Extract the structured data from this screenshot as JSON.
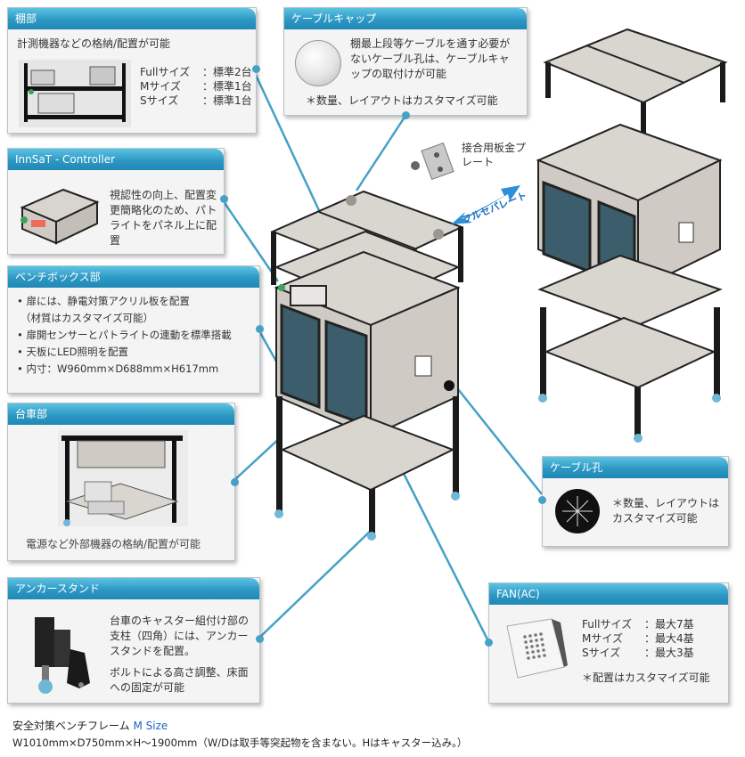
{
  "panels": {
    "shelf": {
      "title": "棚部",
      "desc": "計測機器などの格納/配置が可能",
      "specs": [
        {
          "label": "Fullサイズ",
          "value": "：標準2台"
        },
        {
          "label": "Mサイズ",
          "value": "：標準1台"
        },
        {
          "label": "Sサイズ",
          "value": "：標準1台"
        }
      ]
    },
    "cable_cap": {
      "title": "ケーブルキャップ",
      "desc": "棚最上段等ケーブルを通す必要がないケーブル孔は、ケーブルキャップの取付けが可能",
      "note": "＊数量、レイアウトはカスタマイズ可能"
    },
    "controller": {
      "title": "InnSaT - Controller",
      "desc": "視認性の向上、配置変更簡略化のため、パトライトをパネル上に配置"
    },
    "bench_box": {
      "title": "ベンチボックス部",
      "items": [
        "扉には、静電対策アクリル板を配置",
        "（材質はカスタマイズ可能）",
        "扉開センサーとパトライトの連動を標準搭載",
        "天板にLED照明を配置",
        "内寸：W960mm×D688mm×H617mm"
      ]
    },
    "cart": {
      "title": "台車部",
      "desc": "電源など外部機器の格納/配置が可能"
    },
    "anchor": {
      "title": "アンカースタンド",
      "desc1": "台車のキャスター組付け部の支柱（四角）には、アンカースタンドを配置。",
      "desc2": "ボルトによる高さ調整、床面への固定が可能"
    },
    "cable_hole": {
      "title": "ケーブル孔",
      "note": "＊数量、レイアウトはカスタマイズ可能"
    },
    "fan": {
      "title": "FAN(AC)",
      "specs": [
        {
          "label": "Fullサイズ",
          "value": "：最大7基"
        },
        {
          "label": "Mサイズ",
          "value": "：最大4基"
        },
        {
          "label": "Sサイズ",
          "value": "：最大3基"
        }
      ],
      "note": "＊配置はカスタマイズ可能"
    }
  },
  "joint_plate_label": "接合用板金プレート",
  "full_separate_label": "フルセパレート",
  "footer": {
    "title": "安全対策ベンチフレーム",
    "size": "M Size",
    "dims": "W1010mm×D750mm×H～1900mm（W/Dは取手等突起物を含まない。Hはキャスター込み。）"
  },
  "colors": {
    "header_accent": "#2e98c4",
    "callout": "#45a1c6",
    "arrow": "#2f8fd6",
    "frame": "#1a1a1a",
    "panel_top": "#d9d5cf",
    "glass": "#3c5d6b",
    "size_label": "#2060c0"
  }
}
